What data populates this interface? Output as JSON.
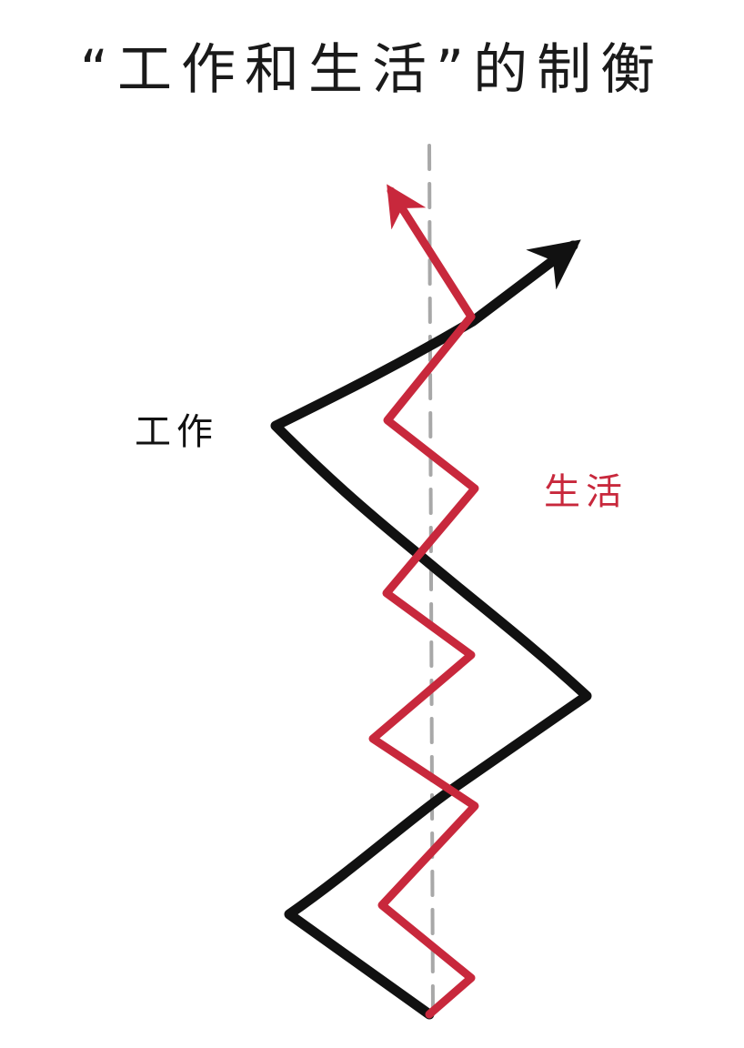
{
  "title": "“工作和生活”的制衡",
  "labels": {
    "work": "工作",
    "life": "生活"
  },
  "colors": {
    "work_line": "#111111",
    "life_line": "#c8283c",
    "center_axis": "#a8a8a8"
  }
}
